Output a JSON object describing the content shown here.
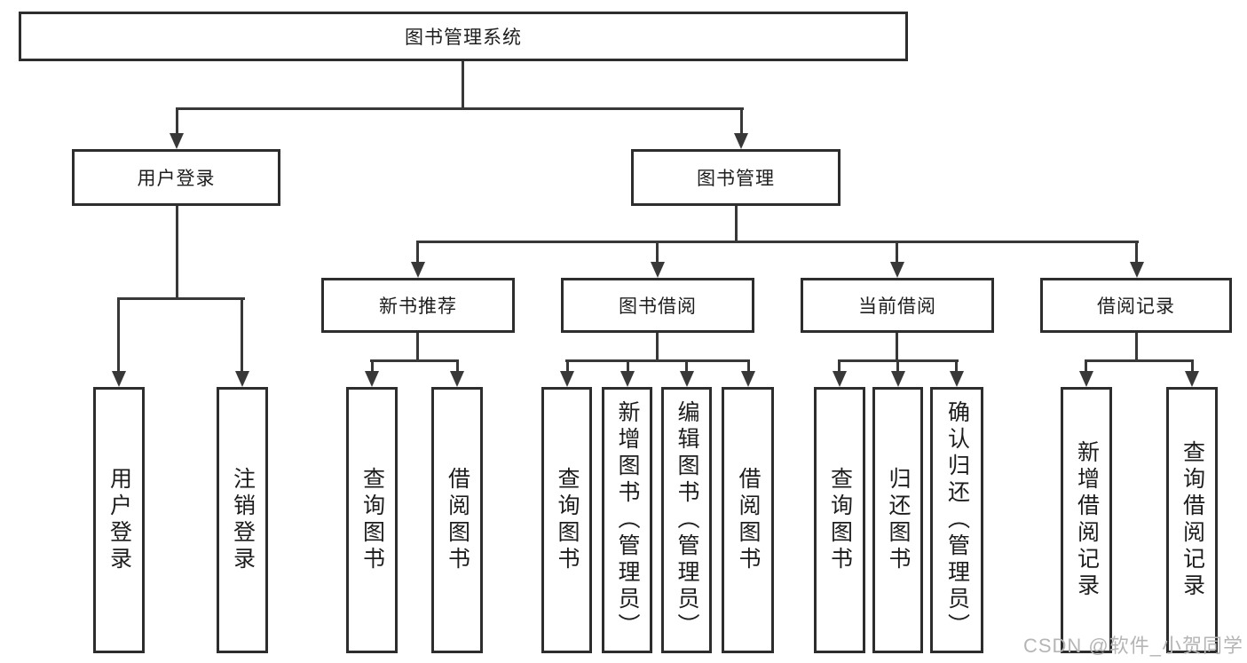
{
  "diagram": {
    "title": "图书管理系统",
    "root": {
      "label": "图书管理系统"
    },
    "branches": [
      {
        "label": "用户登录",
        "children": [
          {
            "label": "用户登录"
          },
          {
            "label": "注销登录"
          }
        ]
      },
      {
        "label": "图书管理",
        "children": [
          {
            "label": "新书推荐",
            "children": [
              {
                "label": "查询图书"
              },
              {
                "label": "借阅图书"
              }
            ]
          },
          {
            "label": "图书借阅",
            "children": [
              {
                "label": "查询图书"
              },
              {
                "label": "新增图书（管理员）"
              },
              {
                "label": "编辑图书（管理员）"
              },
              {
                "label": "借阅图书"
              }
            ]
          },
          {
            "label": "当前借阅",
            "children": [
              {
                "label": "查询图书"
              },
              {
                "label": "归还图书"
              },
              {
                "label": "确认归还（管理员）"
              }
            ]
          },
          {
            "label": "借阅记录",
            "children": [
              {
                "label": "新增借阅记录"
              },
              {
                "label": "查询借阅记录"
              }
            ]
          }
        ]
      }
    ]
  },
  "watermark": {
    "text": "CSDN @软件_小贺同学"
  },
  "colors": {
    "line": "#383838",
    "border": "#2d2d2d",
    "text": "#1d1d1d",
    "watermark": "#b5b5b5",
    "background": "#ffffff"
  }
}
